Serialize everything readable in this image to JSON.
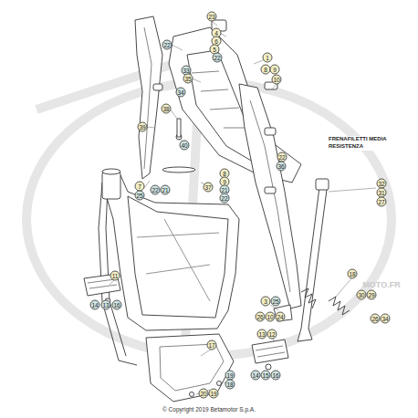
{
  "diagram": {
    "caption": "© Copyright 2019 Betamotor S.p.A.",
    "labels": [
      "23",
      "22",
      "4",
      "6",
      "5",
      "22",
      "1",
      "33",
      "35",
      "8",
      "9",
      "10",
      "34",
      "38",
      "39",
      "40",
      "7",
      "25",
      "37",
      "22",
      "21",
      "8",
      "9",
      "21",
      "22",
      "FRENAFILETTI MEDIA RESISTENZA",
      "22",
      "36",
      "32",
      "31",
      "27",
      "11",
      "14",
      "13",
      "16",
      "18",
      "30",
      "29",
      "26",
      "34",
      "3",
      "25",
      "26",
      "10",
      "24",
      "13",
      "12",
      "14",
      "15",
      "16",
      "17",
      "19",
      "18",
      "20",
      "19",
      "MOTO.FR"
    ]
  }
}
